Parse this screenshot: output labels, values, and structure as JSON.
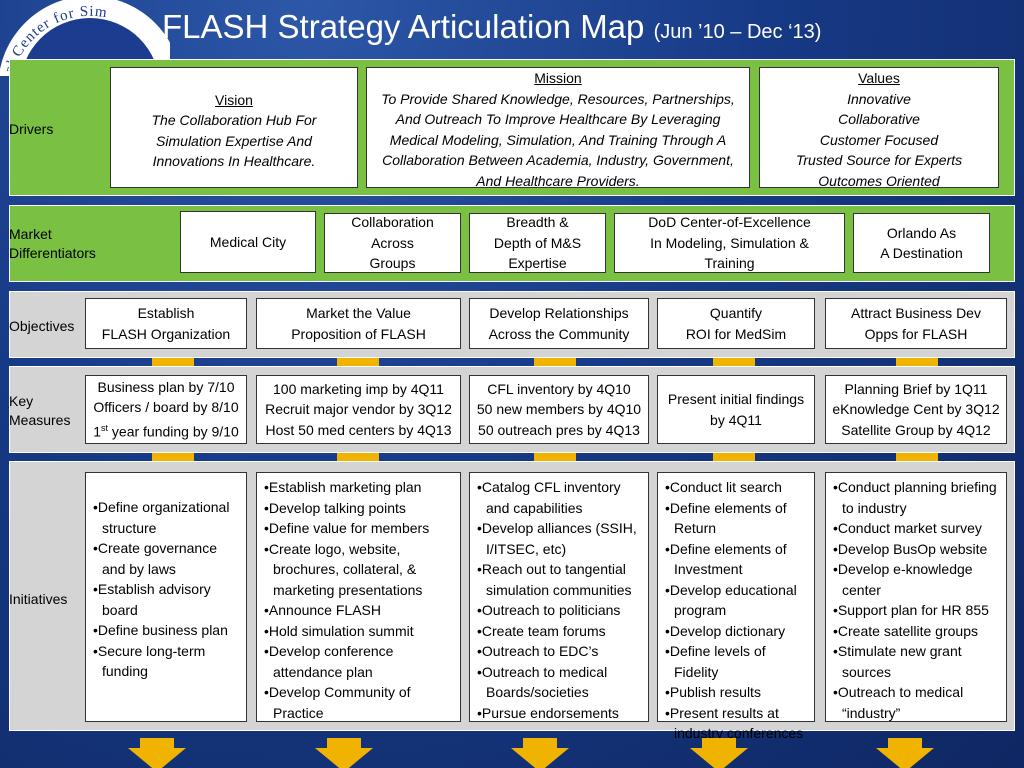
{
  "title": {
    "main": "FLASH Strategy Articulation Map",
    "sub": "(Jun ’10 – Dec ‘13)"
  },
  "logo": {
    "text": "al Center for Sim",
    "colors": {
      "outer": "#ffffff",
      "inner": "#1b3c8f"
    }
  },
  "colors": {
    "drivers_band": "#7ac143",
    "gray_band": "#d4d4d4",
    "connector": "#f0b400",
    "background": "#173a86"
  },
  "drivers": {
    "label": "Drivers",
    "vision": {
      "heading": "Vision",
      "lines": [
        "The Collaboration Hub For",
        "Simulation Expertise And",
        "Innovations In Healthcare."
      ]
    },
    "mission": {
      "heading": "Mission",
      "lines": [
        "To Provide Shared Knowledge, Resources, Partnerships,",
        "And Outreach To Improve Healthcare By Leveraging",
        "Medical Modeling, Simulation, And Training Through A",
        "Collaboration Between Academia, Industry, Government,",
        "And Healthcare Providers."
      ]
    },
    "values": {
      "heading": "Values",
      "lines": [
        "Innovative",
        "Collaborative",
        "Customer Focused",
        "Trusted Source for Experts",
        "Outcomes Oriented"
      ]
    }
  },
  "differentiators": {
    "label": [
      "Market",
      "Differentiators"
    ],
    "items": [
      {
        "lines": [
          "Medical City"
        ]
      },
      {
        "lines": [
          "Collaboration",
          "Across",
          "Groups"
        ]
      },
      {
        "lines": [
          "Breadth &",
          "Depth of M&S",
          "Expertise"
        ]
      },
      {
        "lines": [
          "DoD Center-of-Excellence",
          "In Modeling, Simulation &",
          "Training"
        ]
      },
      {
        "lines": [
          "Orlando As",
          "A Destination"
        ]
      }
    ]
  },
  "objectives": {
    "label": "Objectives",
    "items": [
      {
        "lines": [
          "Establish",
          "FLASH Organization"
        ]
      },
      {
        "lines": [
          "Market the Value",
          "Proposition of  FLASH"
        ]
      },
      {
        "lines": [
          "Develop Relationships",
          "Across the Community"
        ]
      },
      {
        "lines": [
          "Quantify",
          "ROI for MedSim"
        ]
      },
      {
        "lines": [
          "Attract Business  Dev",
          "Opps for FLASH"
        ]
      }
    ]
  },
  "measures": {
    "label": [
      "Key",
      "Measures"
    ],
    "items": [
      {
        "lines": [
          "Business plan by 7/10",
          "Officers / board by 8/10"
        ],
        "last": {
          "pre": "1",
          "sup": "st",
          "post": " year funding by 9/10"
        }
      },
      {
        "lines": [
          "100 marketing imp by  4Q11",
          "Recruit major vendor by 3Q12",
          "Host 50 med centers by 4Q13"
        ]
      },
      {
        "lines": [
          "CFL inventory by 4Q10",
          "50 new members by 4Q10",
          "50 outreach pres by 4Q13"
        ]
      },
      {
        "lines": [
          "Present initial findings",
          "by 4Q11"
        ]
      },
      {
        "lines": [
          "Planning Brief by 1Q11",
          "eKnowledge Cent by 3Q12",
          "Satellite Group by  4Q12"
        ]
      }
    ]
  },
  "initiatives": {
    "label": "Initiatives",
    "columns": [
      [
        "Define organizational structure",
        "Create governance and by laws",
        "Establish advisory board",
        "Define business plan",
        "Secure long-term funding"
      ],
      [
        "Establish marketing plan",
        "Develop talking points",
        "Define value for members",
        "Create logo, website, brochures, collateral,  & marketing presentations",
        "Announce FLASH",
        "Hold simulation summit",
        "Develop conference attendance plan",
        "Develop Community of Practice"
      ],
      [
        "Catalog CFL  inventory and capabilities",
        "Develop alliances (SSIH, I/ITSEC, etc)",
        "Reach out to tangential simulation communities",
        "Outreach to politicians",
        "Create team forums",
        "Outreach to EDC’s",
        "Outreach to medical Boards/societies",
        "Pursue endorsements"
      ],
      [
        "Conduct lit search",
        "Define elements of Return",
        "Define elements of Investment",
        "Develop educational program",
        "Develop dictionary",
        "Define levels of Fidelity",
        "Publish results",
        "Present results at industry conferences"
      ],
      [
        "Conduct planning briefing to industry",
        "Conduct market survey",
        "Develop BusOp website",
        "Develop e-knowledge center",
        "Support plan for HR 855",
        "Create satellite  groups",
        "Stimulate new grant sources",
        "Outreach to medical “industry”"
      ]
    ]
  }
}
